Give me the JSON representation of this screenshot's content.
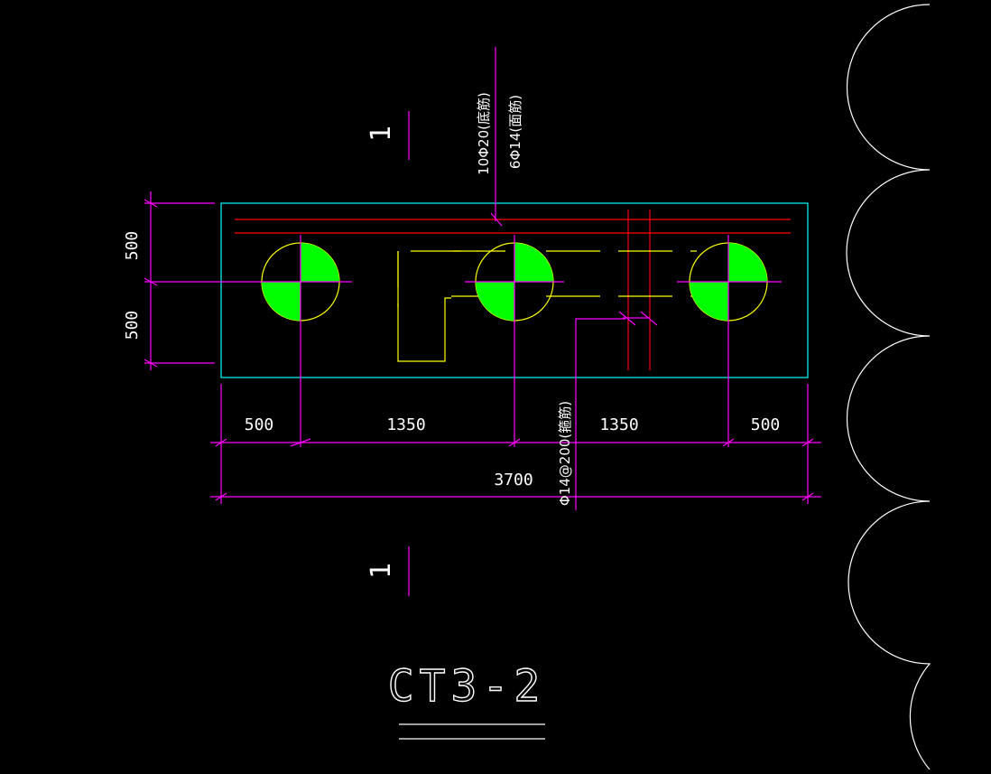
{
  "drawing": {
    "title": "CT3-2",
    "section_mark": "1",
    "dimensions": {
      "top_row": [
        "500",
        "1350",
        "1350",
        "500"
      ],
      "overall": "3700",
      "left_upper": "500",
      "left_lower": "500"
    },
    "rebar_notes": {
      "bottom": "10Φ20(底筋)",
      "top": "6Φ14(面筋)",
      "stirrup": "Φ14@200(箍筋)"
    },
    "colors": {
      "background": "#000000",
      "outline": "#00ffff",
      "dimension": "#ff00ff",
      "rebar": "#ff0000",
      "hidden": "#ffff00",
      "pile_fill": "#00ff00",
      "text": "#ffffff"
    }
  }
}
